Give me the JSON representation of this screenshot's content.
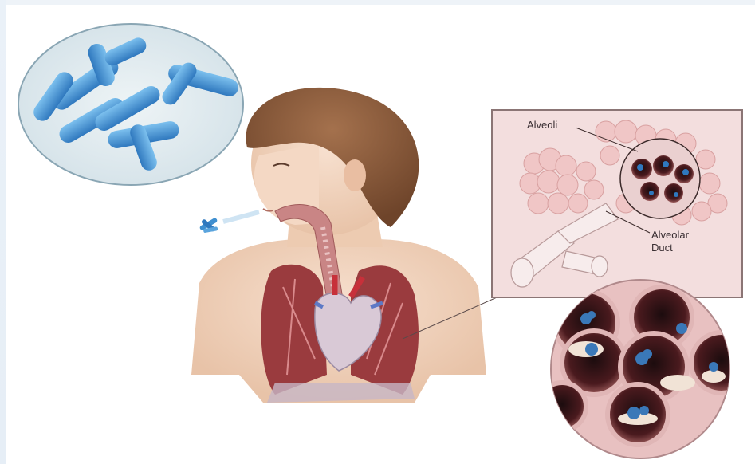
{
  "labels": {
    "alveoli": "Alveoli",
    "alveolar_duct_line1": "Alveolar",
    "alveolar_duct_line2": "Duct"
  },
  "colors": {
    "bacteria": "#3f8fd0",
    "skin": "#f3d6c0",
    "hair": "#8a5a3c",
    "lung": "#9a3b3e",
    "alveoli": "#f0c6c6",
    "inset_bg": "#f3dede"
  }
}
